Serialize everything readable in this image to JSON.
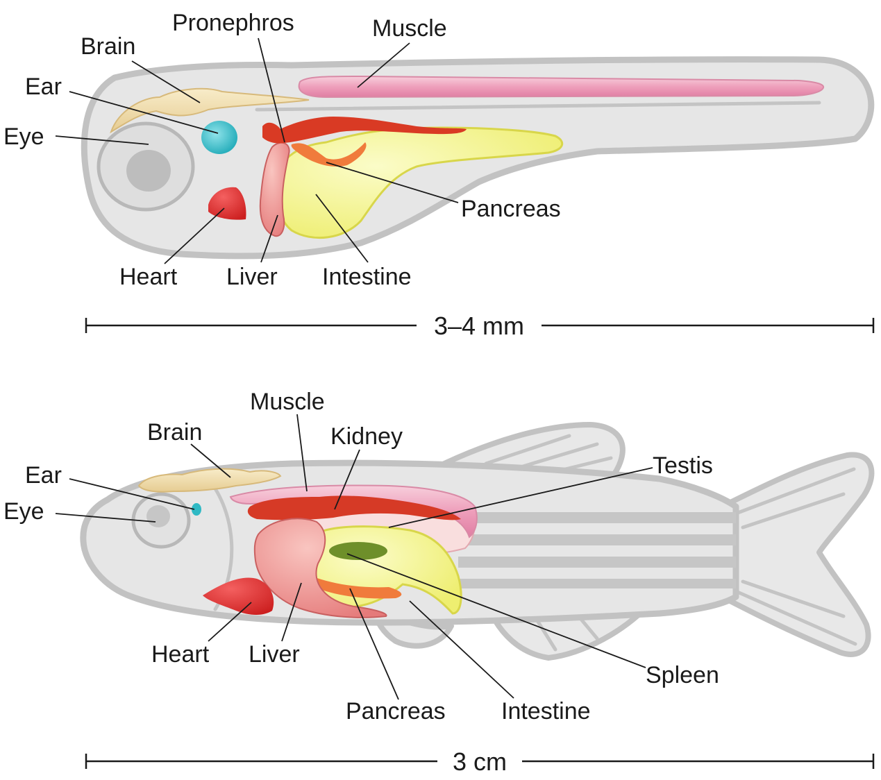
{
  "larva": {
    "labels": {
      "brain": "Brain",
      "pronephros": "Pronephros",
      "muscle": "Muscle",
      "ear": "Ear",
      "eye": "Eye",
      "pancreas": "Pancreas",
      "heart": "Heart",
      "liver": "Liver",
      "intestine": "Intestine"
    },
    "scale": "3–4 mm"
  },
  "adult": {
    "labels": {
      "muscle": "Muscle",
      "brain": "Brain",
      "kidney": "Kidney",
      "testis": "Testis",
      "ear": "Ear",
      "eye": "Eye",
      "heart": "Heart",
      "liver": "Liver",
      "spleen": "Spleen",
      "pancreas": "Pancreas",
      "intestine": "Intestine"
    },
    "scale": "3 cm"
  },
  "colors": {
    "body": "#e6e6e6",
    "outline": "#c2c2c2",
    "brain": "#f1deb0",
    "ear": "#2fb9c4",
    "muscle": "#eda5bd",
    "kidney": "#d63a26",
    "liver": "#eb8a8a",
    "intestine": "#f3f195",
    "pancreas": "#f07b3c",
    "heart": "#e63030",
    "spleen": "#6e8f2a",
    "testis": "#f9dede"
  }
}
